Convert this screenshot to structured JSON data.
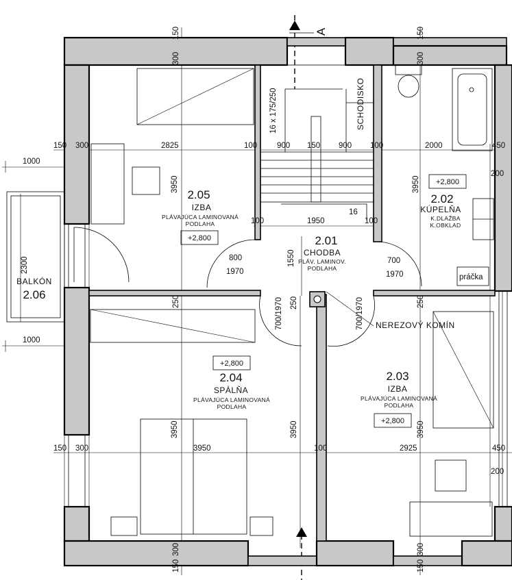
{
  "rooms": {
    "r205": {
      "num": "2.05",
      "name": "IZBA",
      "sub1": "PLÁVAJÚCA LAMINOVANÁ",
      "sub2": "PODLAHA",
      "level": "+2,800"
    },
    "r202": {
      "num": "2.02",
      "name": "KÚPELŇA",
      "sub1": "K.DLAŽBA",
      "sub2": "K.OBKLAD",
      "level": "+2,800"
    },
    "r201": {
      "num": "2.01",
      "name": "CHODBA",
      "sub1": "PLÁV. LAMINOV.",
      "sub2": "PODLAHA"
    },
    "r204": {
      "num": "2.04",
      "name": "SPÁLŇA",
      "sub1": "PLÁVAJÚCA LAMINOVANÁ",
      "sub2": "PODLAHA",
      "level": "+2,800"
    },
    "r203": {
      "num": "2.03",
      "name": "IZBA",
      "sub1": "PLÁVAJÚCA LAMINOVANÁ",
      "sub2": "PODLAHA",
      "level": "+2,800"
    },
    "balcony": {
      "name": "BALKÓN",
      "num": "2.06"
    }
  },
  "labels": {
    "stairs": "SCHODISKO",
    "steps": "16 x 175/250",
    "step_count": "16",
    "chimney": "NEREZOVÝ KOMÍN",
    "washer": "práčka",
    "section": "A"
  },
  "dims": {
    "d150": "150",
    "d300": "300",
    "d2825": "2825",
    "d100": "100",
    "d900": "900",
    "d2000": "2000",
    "d450": "450",
    "d1000": "1000",
    "d2300": "2300",
    "d3950": "3950",
    "d1950": "1950",
    "d1550": "1550",
    "d800": "800",
    "d700": "700",
    "d1970": "1970",
    "d200": "200",
    "d250": "250",
    "d700_1970": "700/1970",
    "d2925": "2925"
  }
}
